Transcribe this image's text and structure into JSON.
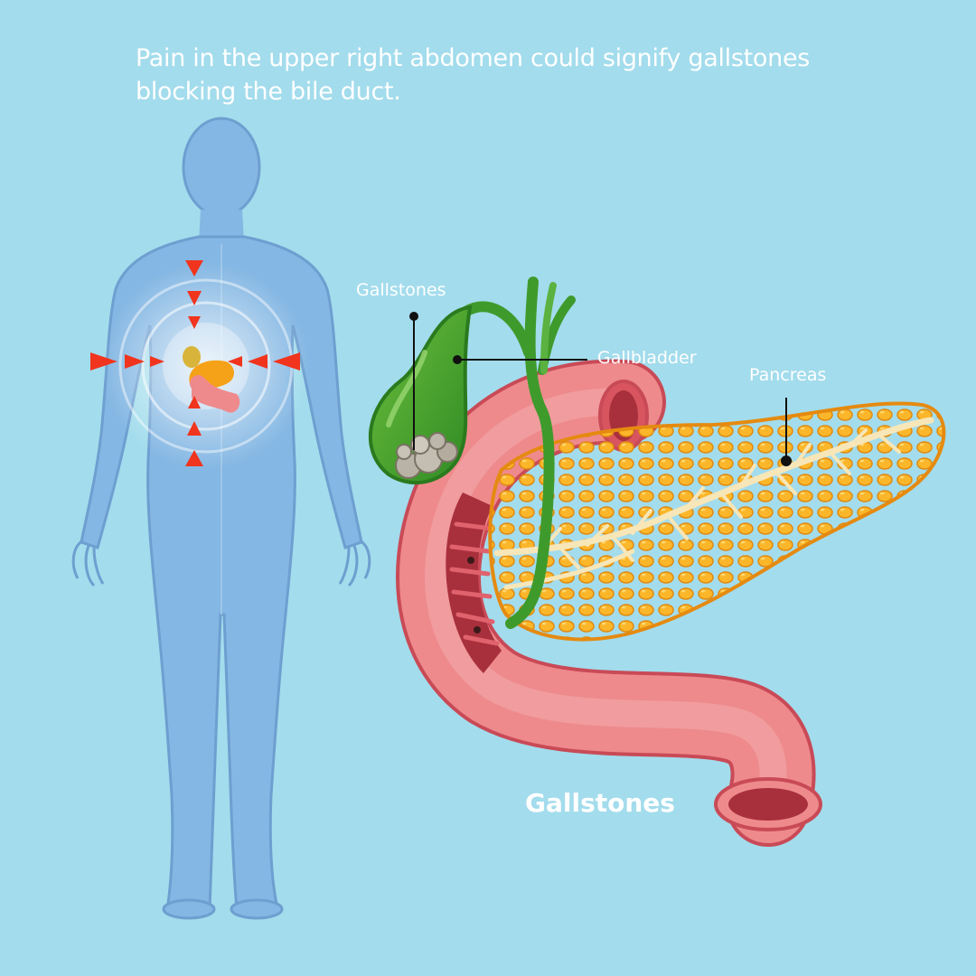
{
  "caption": {
    "line1": "Pain in the upper right abdomen could signify gallstones",
    "line2": "blocking the bile duct."
  },
  "labels": {
    "gallstones": "Gallstones",
    "gallbladder": "Gallbladder",
    "pancreas": "Pancreas"
  },
  "title": "Gallstones",
  "colors": {
    "background": "#a3dcec",
    "body": "#84b7e3",
    "gallbladder": "#3f9a2c",
    "pancreas": "#f5a218",
    "intestine": "#ee8a8c",
    "arrows": "#f0341d",
    "text": "#ffffff"
  }
}
